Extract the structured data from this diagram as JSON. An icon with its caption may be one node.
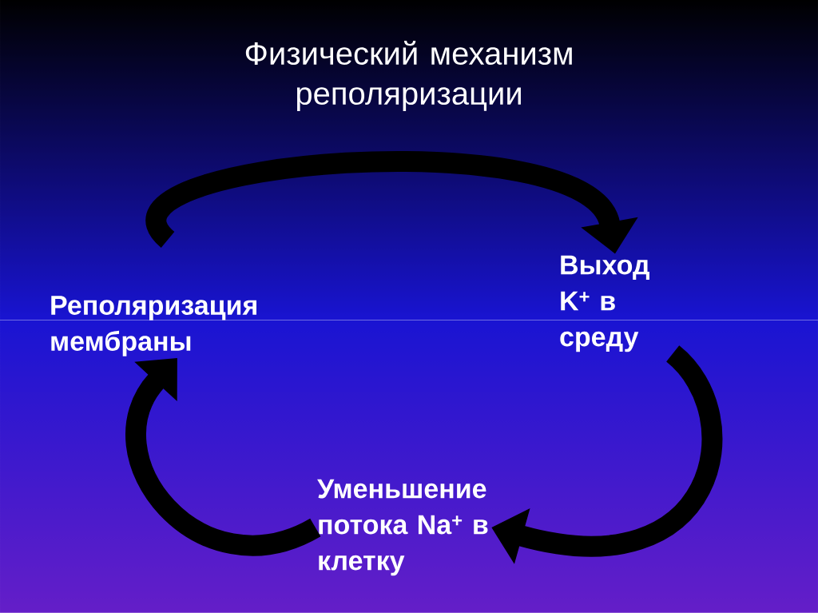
{
  "diagram": {
    "title": "Физический механизм реполяризации",
    "nodes": [
      {
        "text": [
          "Реполяризация мембраны"
        ]
      },
      {
        "text": [
          "Выход K$^{+}$ в среду"
        ]
      },
      {
        "text": [
          "Уменьшение потока Na$^{+}$ в клетку"
        ]
      }
    ],
    "edges": [
      {
        "from": 0,
        "to": 1,
        "arrow": "to"
      },
      {
        "from": 1,
        "to": 2,
        "arrow": "to"
      },
      {
        "from": 2,
        "to": 0,
        "arrow": "to"
      }
    ]
  }
}
